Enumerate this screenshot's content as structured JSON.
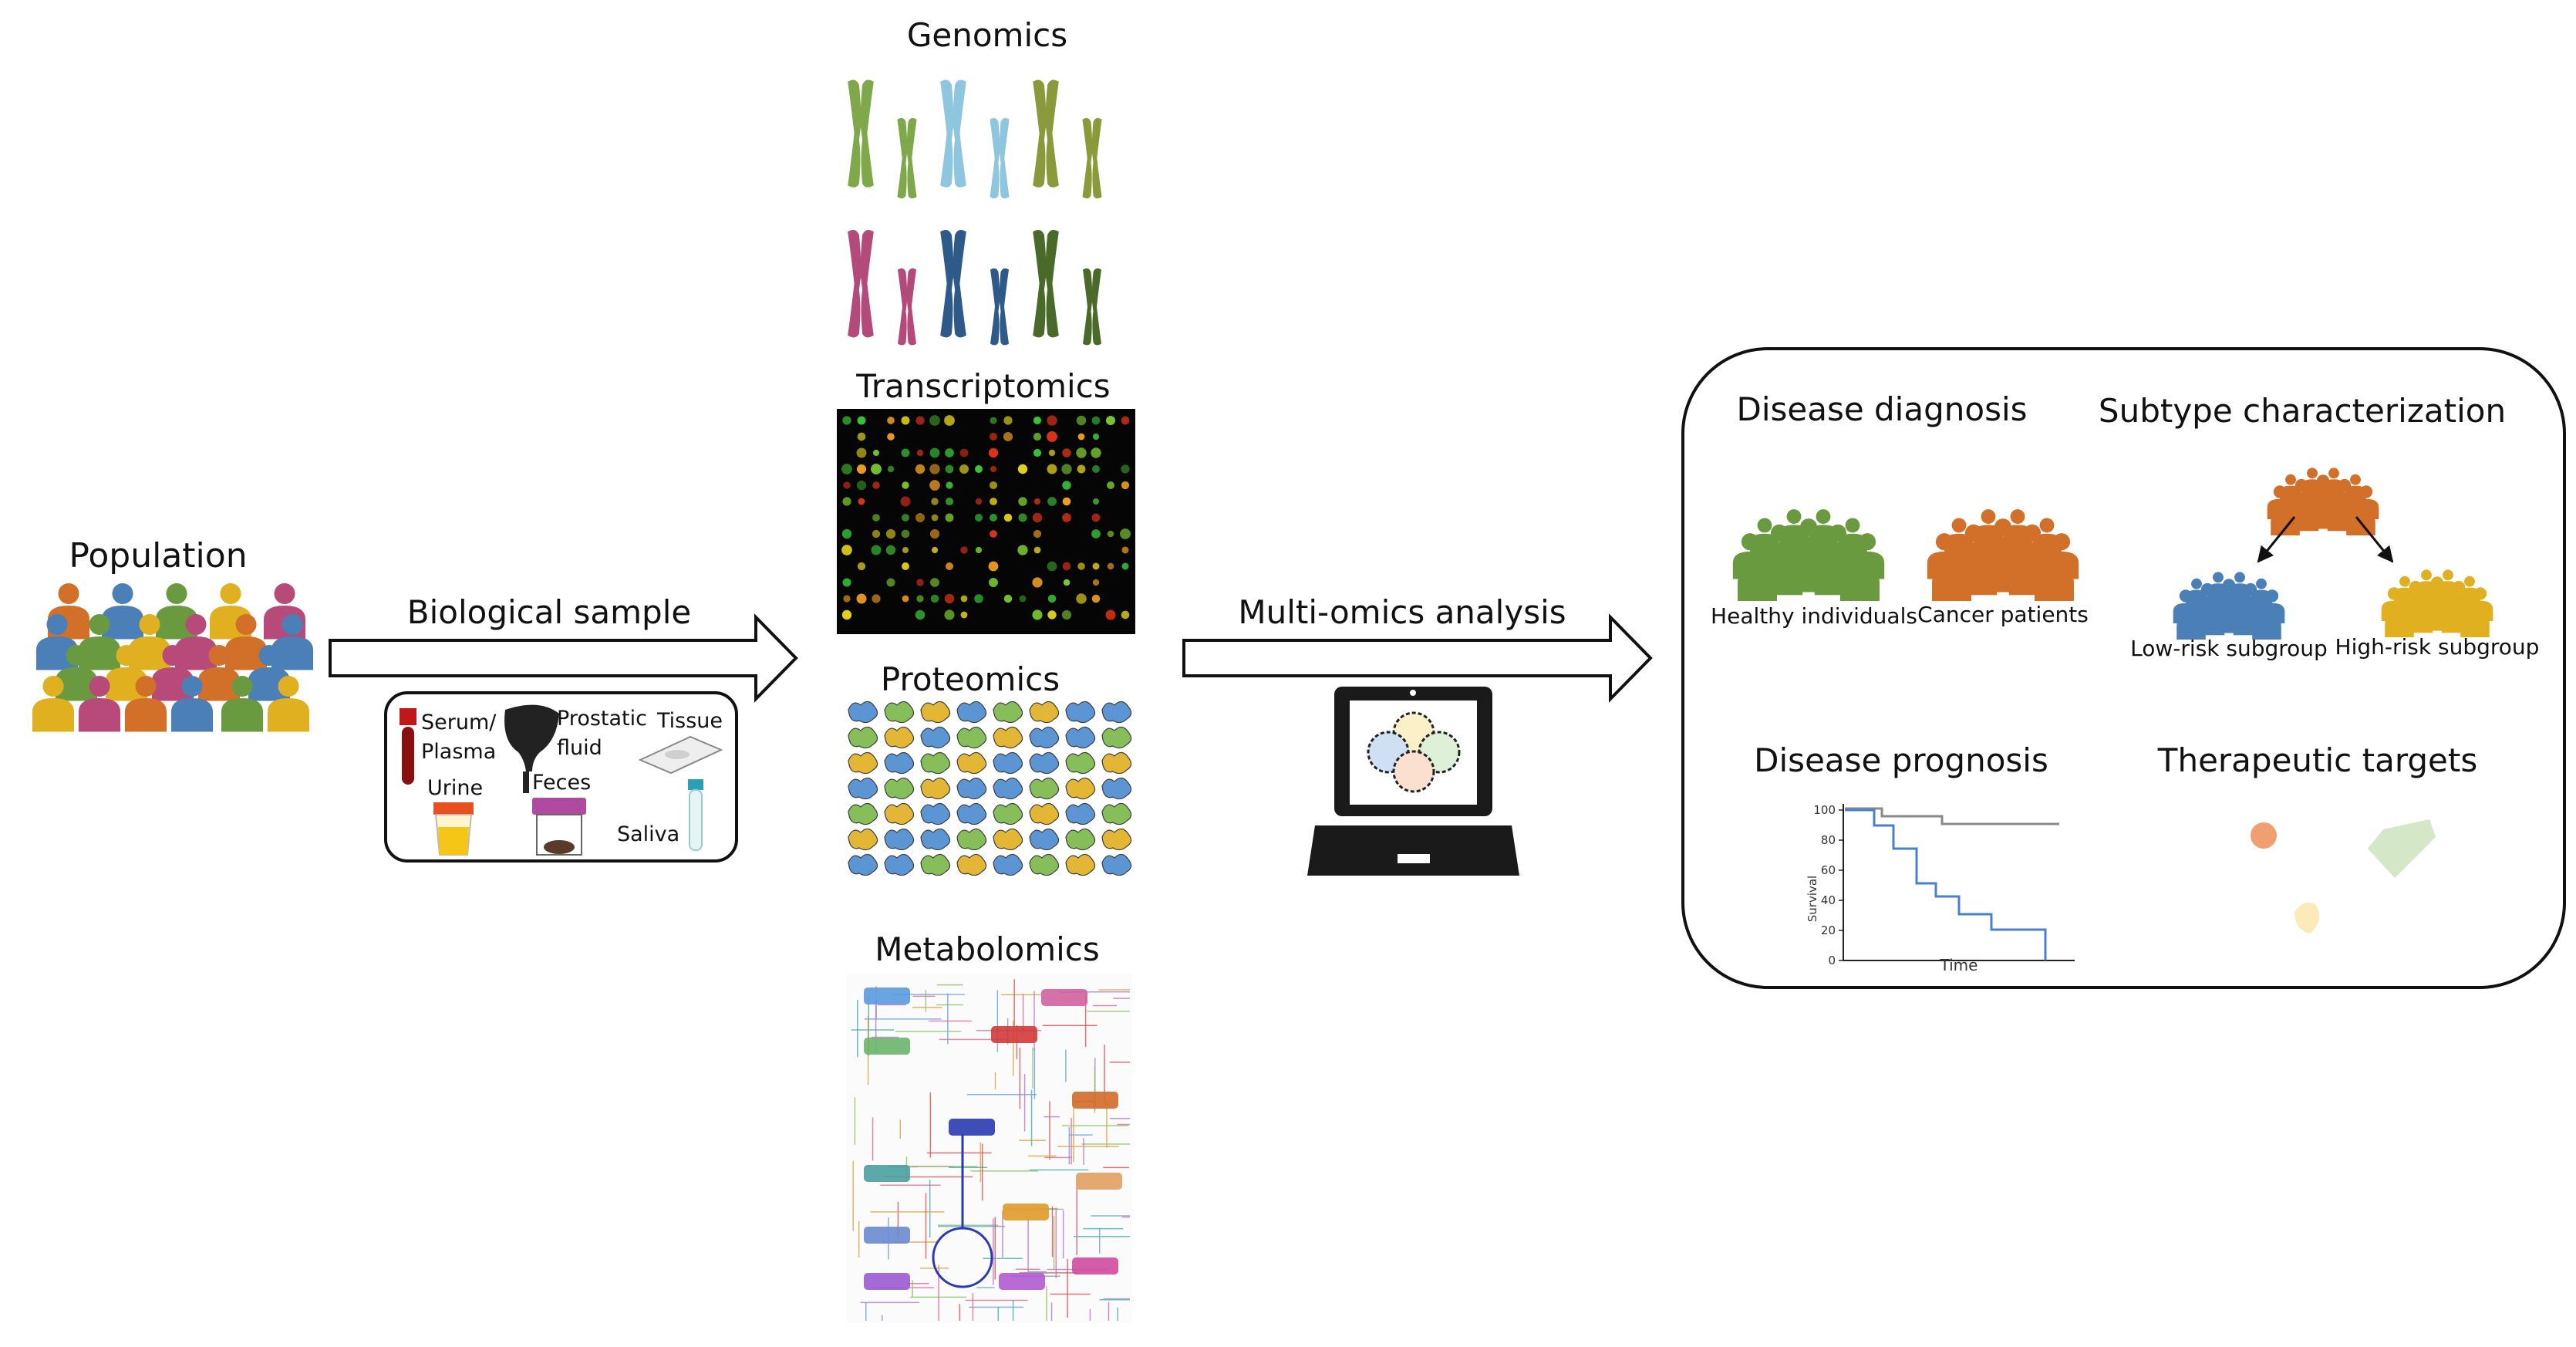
{
  "population": {
    "label": "Population"
  },
  "biological_sample": {
    "label": "Biological sample",
    "samples": {
      "serum": "Serum/",
      "plasma": "Plasma",
      "prostatic": "Prostatic",
      "fluid": "fluid",
      "tissue": "Tissue",
      "urine": "Urine",
      "feces": "Feces",
      "saliva": "Saliva"
    }
  },
  "omics": {
    "genomics": "Genomics",
    "transcriptomics": "Transcriptomics",
    "proteomics": "Proteomics",
    "metabolomics": "Metabolomics"
  },
  "analysis": {
    "label": "Multi-omics analysis"
  },
  "applications": {
    "diagnosis": {
      "title": "Disease diagnosis",
      "healthy": "Healthy individuals",
      "cancer": "Cancer patients"
    },
    "subtype": {
      "title": "Subtype characterization",
      "low": "Low-risk subgroup",
      "high": "High-risk subgroup"
    },
    "prognosis": {
      "title": "Disease prognosis",
      "y_axis": "Survival",
      "x_axis": "Time",
      "ticks": [
        "100",
        "80",
        "60",
        "40",
        "20",
        "0"
      ]
    },
    "therapeutic": {
      "title": "Therapeutic targets"
    }
  },
  "colors": {
    "green": "#6a9a3f",
    "orange": "#d2702a",
    "blue": "#4a7fb8",
    "gold": "#e0b020",
    "pink": "#b84a7a"
  }
}
